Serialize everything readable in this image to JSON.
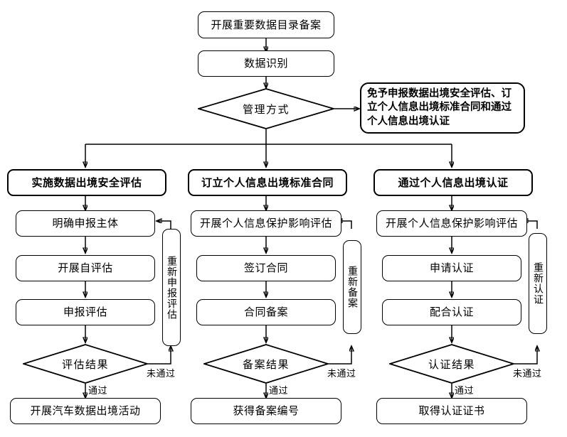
{
  "diagram": {
    "title_node": "开展重要数据目录备案",
    "nodes": {
      "start": "开展重要数据目录备案",
      "identify": "数据识别",
      "decision_mode": "管理方式",
      "exempt": "免予申报数据出境安全评估、订立个人信息出境标准合同和通过个人信息出境认证",
      "branch_a_head": "实施数据出境安全评估",
      "branch_b_head": "订立个人信息出境标准合同",
      "branch_c_head": "通过个人信息出境认证",
      "a1": "明确申报主体",
      "a2": "开展自评估",
      "a3": "申报评估",
      "a_decision": "评估结果",
      "a_end": "开展汽车数据出境活动",
      "a_loop": "重新申报评估",
      "b1": "开展个人信息保护影响评估",
      "b2": "签订合同",
      "b3": "合同备案",
      "b_decision": "备案结果",
      "b_end": "获得备案编号",
      "b_loop": "重新备案",
      "c1": "开展个人信息保护影响评估",
      "c2": "申请认证",
      "c3": "配合认证",
      "c_decision": "认证结果",
      "c_end": "取得认证证书",
      "c_loop": "重新认证"
    },
    "edge_labels": {
      "a_pass": "通过",
      "a_fail": "未通过",
      "b_pass": "通过",
      "b_fail": "未通过",
      "c_pass": "通过",
      "c_fail": "未通过"
    },
    "colors": {
      "stroke": "#000000",
      "background": "#ffffff",
      "text": "#000000"
    }
  }
}
